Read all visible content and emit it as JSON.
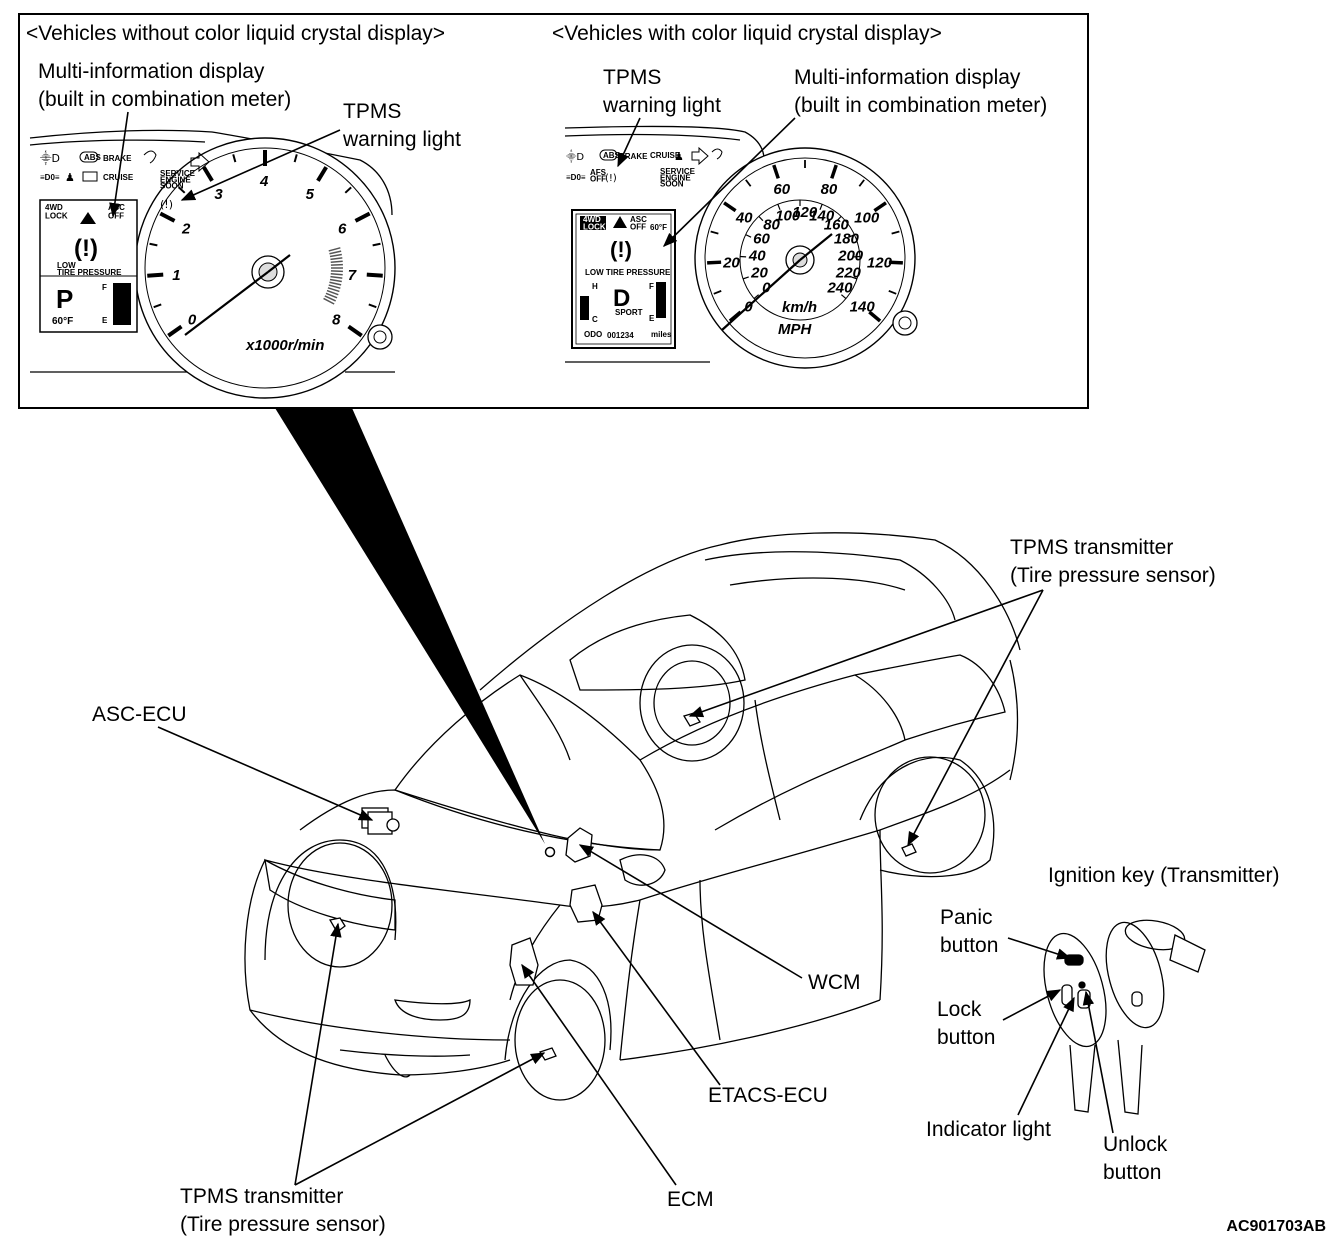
{
  "panel": {
    "left_title": "<Vehicles without color liquid crystal display>",
    "right_title": "<Vehicles with color liquid crystal display>",
    "left": {
      "mid_label": [
        "Multi-information display",
        "(built in combination meter)"
      ],
      "tpms_label": [
        "TPMS",
        "warning light"
      ],
      "lcd": {
        "lock": "4WD\nLOCK",
        "asc": "ASC\nOFF",
        "low": "LOW",
        "tire": "TIRE PRESSURE",
        "gear": "P",
        "temp": "60°F",
        "f": "F",
        "e": "E"
      },
      "tacho_unit": "x1000r/min",
      "tacho_ticks": [
        "0",
        "1",
        "2",
        "3",
        "4",
        "5",
        "6",
        "7",
        "8"
      ],
      "indicators": {
        "abs": "ABS",
        "brake": "BRAKE",
        "cruise": "CRUISE",
        "sec": "SERVICE\nENGINE\nSOON"
      }
    },
    "right": {
      "tpms_label": [
        "TPMS",
        "warning light"
      ],
      "mid_label": [
        "Multi-information display",
        "(built in combination meter)"
      ],
      "lcd": {
        "lock": "4WD\nLOCK",
        "asc": "ASC\nOFF",
        "temp": "60°F",
        "tire": "LOW TIRE PRESSURE",
        "gear": "D",
        "sport": "SPORT",
        "h": "H",
        "c": "C",
        "f": "F",
        "e": "E",
        "odo": "ODO",
        "odo_value": "001234",
        "miles": "miles"
      },
      "speedo_mph": [
        "0",
        "20",
        "40",
        "60",
        "80",
        "100",
        "120",
        "140"
      ],
      "speedo_kmh": [
        "0",
        "20",
        "40",
        "60",
        "80",
        "100",
        "120",
        "140",
        "160",
        "180",
        "200",
        "220",
        "240"
      ],
      "kmh": "km/h",
      "mph": "MPH",
      "indicators": {
        "abs": "ABS",
        "brake": "BRAKE",
        "cruise": "CRUISE",
        "afs": "AFS\nOFF",
        "sec": "SERVICE\nENGINE\nSOON"
      }
    }
  },
  "labels": {
    "asc_ecu": "ASC-ECU",
    "tpms_tr_right": [
      "TPMS transmitter",
      "(Tire pressure sensor)"
    ],
    "tpms_tr_bottom": [
      "TPMS transmitter",
      "(Tire pressure sensor)"
    ],
    "wcm": "WCM",
    "etacs": "ETACS-ECU",
    "ecm": "ECM",
    "ignition_key": "Ignition key (Transmitter)",
    "panic": [
      "Panic",
      "button"
    ],
    "lock": [
      "Lock",
      "button"
    ],
    "indicator_light": "Indicator light",
    "unlock": [
      "Unlock",
      "button"
    ]
  },
  "figure_id": "AC901703AB"
}
